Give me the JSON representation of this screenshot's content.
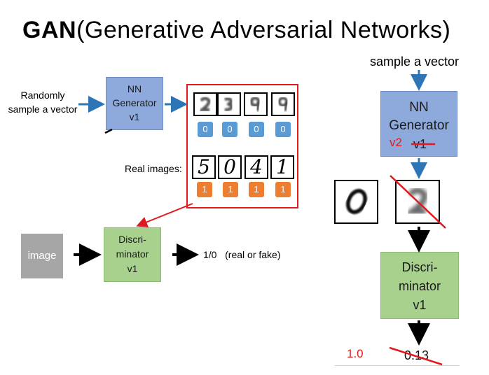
{
  "title": {
    "bold": "GAN",
    "rest": "(Generative Adversarial Networks)"
  },
  "left": {
    "random_label": [
      "Randomly",
      "sample a vector"
    ],
    "generator": [
      "NN",
      "Generator",
      "v1"
    ],
    "fake_labels": [
      "0",
      "0",
      "0",
      "0"
    ],
    "real_images_label": "Real images:",
    "real_digits": [
      "5",
      "0",
      "4",
      "1"
    ],
    "real_labels": [
      "1",
      "1",
      "1",
      "1"
    ],
    "image_box": "image",
    "discriminator": [
      "Discri-",
      "minator",
      "v1"
    ],
    "output": "1/0   (real or fake)"
  },
  "right": {
    "sample_label": "sample a vector",
    "generator": [
      "NN",
      "Generator"
    ],
    "old_version": "v1",
    "new_version": "v2",
    "real_digit": "0",
    "discriminator": [
      "Discri-",
      "minator",
      "v1"
    ],
    "old_score": "0.13",
    "new_score": "1.0"
  },
  "colors": {
    "generator_fill": "#8ea9db",
    "discriminator_fill": "#a9d18e",
    "arrow_blue": "#2e75b6",
    "highlight_red": "#e0191f",
    "label_blue": "#5b9bd5",
    "label_orange": "#ed7d31"
  }
}
